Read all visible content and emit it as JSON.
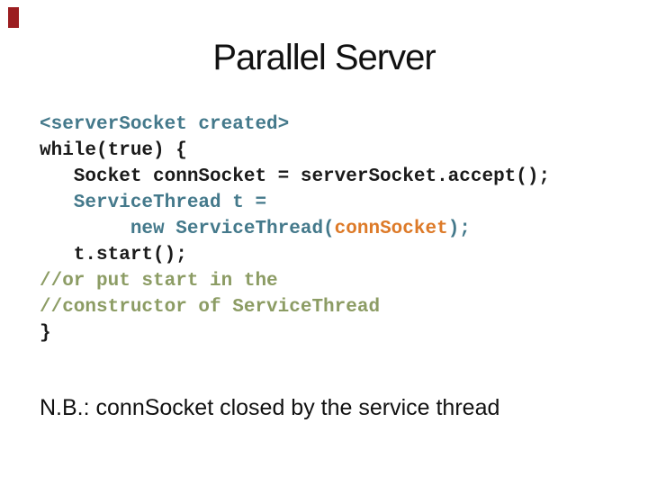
{
  "slide": {
    "title": "Parallel Server",
    "note": "N.B.: connSocket closed by the service thread"
  },
  "colors": {
    "background": "#ffffff",
    "title_text": "#111111",
    "note_text": "#111111",
    "code_black": "#1a1a1a",
    "code_teal": "#44798b",
    "code_orange": "#dd7a28",
    "code_olive": "#8c9c64",
    "corner_mark": "#9b1d20"
  },
  "code": {
    "lines": [
      {
        "segments": [
          {
            "c": "teal",
            "t": "<serverSocket created>"
          }
        ]
      },
      {
        "segments": [
          {
            "c": "black",
            "t": "while(true) {"
          }
        ]
      },
      {
        "segments": [
          {
            "c": "black",
            "t": "   Socket connSocket = serverSocket.accept();"
          }
        ]
      },
      {
        "segments": [
          {
            "c": "teal",
            "t": "   ServiceThread t ="
          }
        ]
      },
      {
        "segments": [
          {
            "c": "teal",
            "t": "        new ServiceThread("
          },
          {
            "c": "orange",
            "t": "connSocket"
          },
          {
            "c": "teal",
            "t": ");"
          }
        ]
      },
      {
        "segments": [
          {
            "c": "black",
            "t": "   t.start();"
          }
        ]
      },
      {
        "segments": [
          {
            "c": "olive",
            "t": "//or put start in the"
          }
        ]
      },
      {
        "segments": [
          {
            "c": "olive",
            "t": "//constructor of ServiceThread"
          }
        ]
      },
      {
        "segments": [
          {
            "c": "black",
            "t": "}"
          }
        ]
      }
    ]
  }
}
